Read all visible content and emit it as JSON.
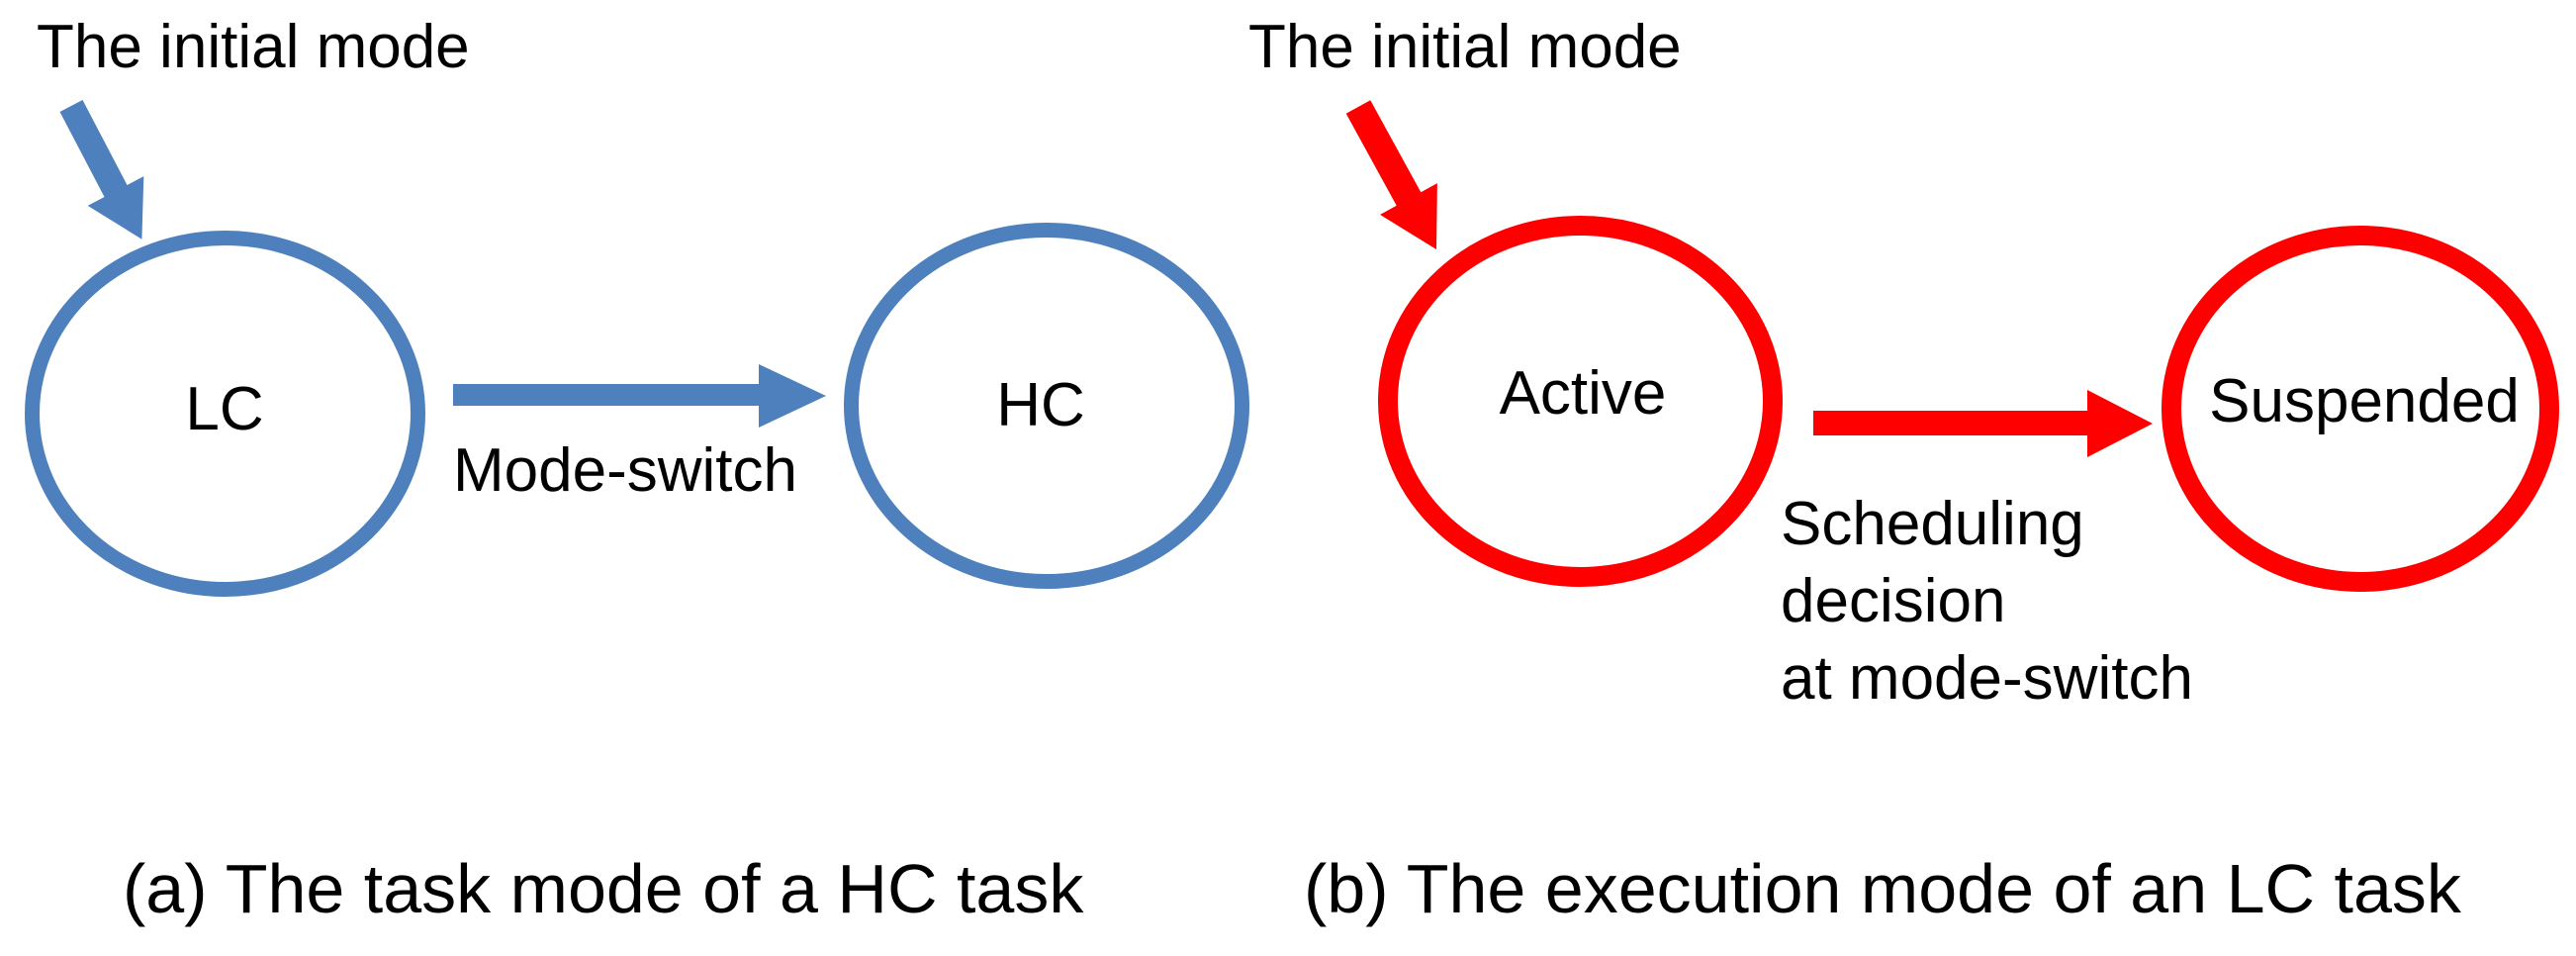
{
  "figure": {
    "background": "#ffffff",
    "text_color": "#000000"
  },
  "diagram_a": {
    "color": "#4d80bc",
    "initial_mode_label": "The initial mode",
    "state_1": "LC",
    "state_2": "HC",
    "transition_label": "Mode-switch",
    "caption": "(a) The task mode of a HC task"
  },
  "diagram_b": {
    "color": "#fe0000",
    "initial_mode_label": "The initial mode",
    "state_1": "Active",
    "state_2": "Suspended",
    "transition_label_lines": [
      "Scheduling",
      "decision",
      "at mode-switch"
    ],
    "caption": "(b) The execution mode of an LC task"
  }
}
